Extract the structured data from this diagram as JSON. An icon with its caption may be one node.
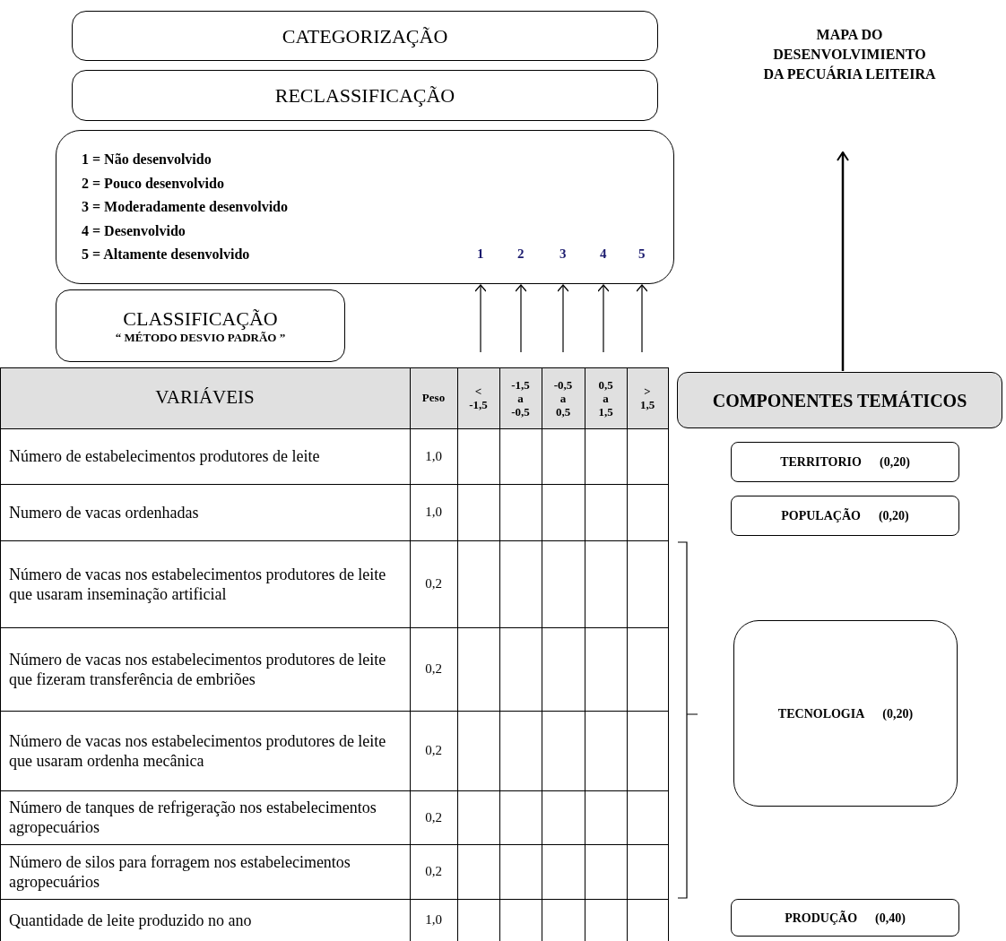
{
  "diagram": {
    "nodes": [
      {
        "text": [
          "CATEGORIZAÇÃO"
        ]
      },
      {
        "text": [
          "RECLASSIFICAÇÃO"
        ]
      },
      {
        "text": [
          "1 = Não desenvolvido",
          "2 = Pouco desenvolvido",
          "3 = Moderadamente desenvolvido",
          "4 = Desenvolvido",
          "5 = Altamente desenvolvido",
          "1",
          "2",
          "3",
          "4",
          "5"
        ]
      },
      {
        "text": [
          "CLASSIFICAÇÃO",
          "“ MÉTODO DESVIO PADRÃO ”"
        ]
      },
      {
        "text": [
          "MAPA DO DESENVOLVIMIENTO DA PECUÁRIA LEITEIRA"
        ]
      },
      {
        "text": [
          "COMPONENTES TEMÁTICOS"
        ]
      },
      {
        "text": [
          "TERRITORIO",
          "(0,20)"
        ]
      },
      {
        "text": [
          "POPULAÇÃO",
          "(0,20)"
        ]
      },
      {
        "text": [
          "TECNOLOGIA",
          "(0,20)"
        ]
      },
      {
        "text": [
          "PRODUÇÃO",
          "(0,40)"
        ]
      }
    ],
    "edges": [
      {
        "from": null,
        "to": 2,
        "arrow": "to"
      },
      {
        "from": null,
        "to": 2,
        "arrow": "to"
      },
      {
        "from": null,
        "to": 2,
        "arrow": "to"
      },
      {
        "from": null,
        "to": 2,
        "arrow": "to"
      },
      {
        "from": null,
        "to": 2,
        "arrow": "to"
      },
      {
        "from": 5,
        "to": 4,
        "arrow": "to"
      }
    ],
    "labels": [
      "VARIÁVEIS",
      "Peso",
      "< -1,5",
      "-1,5 a -0,5",
      "-0,5 a 0,5",
      "0,5 a 1,5",
      "> 1,5",
      "Número de estabelecimentos produtores de leite",
      "1,0",
      "Numero de vacas ordenhadas",
      "1,0",
      "Número de vacas nos estabelecimentos produtores de leite que usaram inseminação artificial",
      "0,2",
      "Número de vacas nos estabelecimentos produtores de leite que fizeram transferência de embriões",
      "0,2",
      "Número de vacas nos estabelecimentos produtores de leite que usaram ordenha mecânica",
      "0,2",
      "Número de tanques de refrigeração nos estabelecimentos agropecuários",
      "0,2",
      "Número de silos para forragem nos estabelecimentos agropecuários",
      "0,2",
      "Quantidade de leite produzido no ano",
      "1,0"
    ]
  }
}
